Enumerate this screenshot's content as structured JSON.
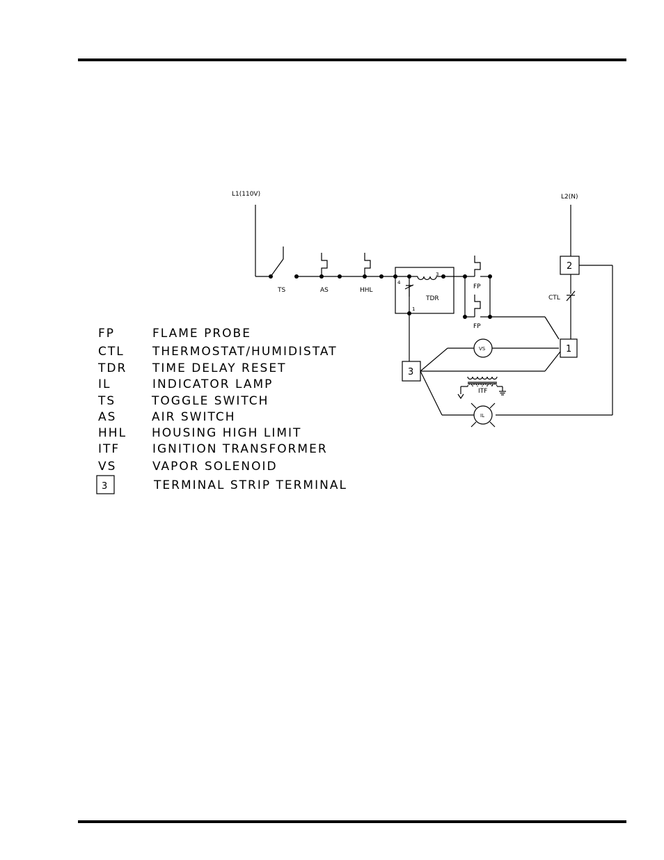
{
  "supply": {
    "l1": "L1(110V)",
    "l2": "L2(N)"
  },
  "components": {
    "ts": "TS",
    "as": "AS",
    "hhl": "HHL",
    "tdr": "TDR",
    "tdr_pin_3": "3",
    "tdr_pin_4": "4",
    "tdr_pin_1": "1",
    "fp_top": "FP",
    "fp_bottom": "FP",
    "ctl": "CTL",
    "vs": "VS",
    "itf": "ITF",
    "il": "IL"
  },
  "terminals": {
    "t1": "1",
    "t2": "2",
    "t3": "3"
  },
  "legend": [
    {
      "abbr": "FP",
      "desc": "FLAME PROBE"
    },
    {
      "abbr": "CTL",
      "desc": "THERMOSTAT/HUMIDISTAT"
    },
    {
      "abbr": "TDR",
      "desc": "TIME DELAY RESET"
    },
    {
      "abbr": "IL",
      "desc": "INDICATOR LAMP"
    },
    {
      "abbr": "TS",
      "desc": "TOGGLE SWITCH"
    },
    {
      "abbr": "AS",
      "desc": "AIR SWITCH"
    },
    {
      "abbr": "HHL",
      "desc": "HOUSING HIGH LIMIT"
    },
    {
      "abbr": "ITF",
      "desc": "IGNITION TRANSFORMER"
    },
    {
      "abbr": "VS",
      "desc": "VAPOR SOLENOID"
    },
    {
      "abbr": "3",
      "desc": "TERMINAL STRIP TERMINAL"
    }
  ]
}
